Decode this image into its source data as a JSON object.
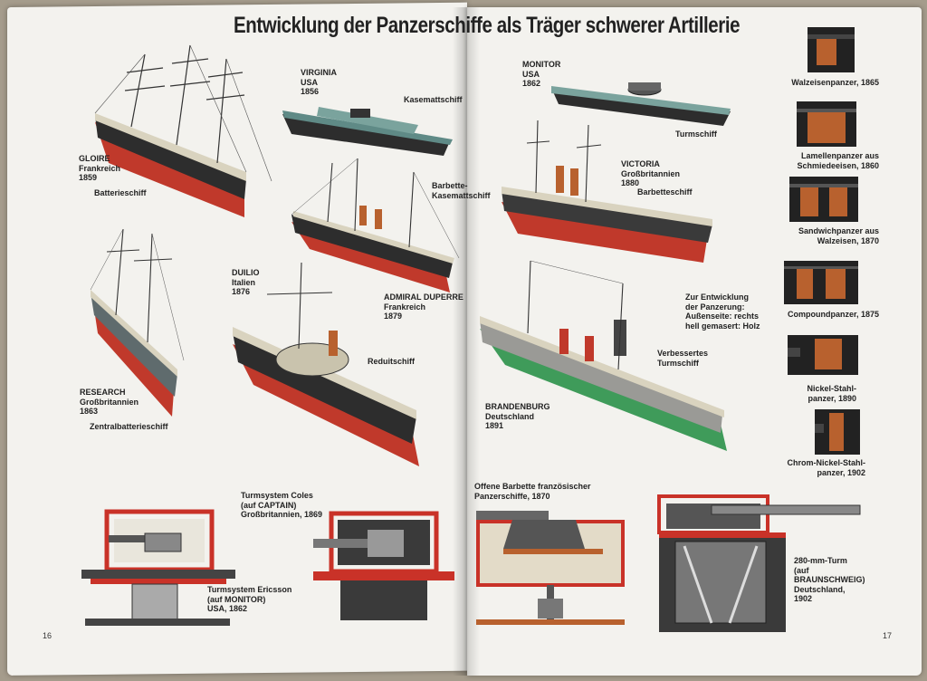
{
  "title": "Entwicklung der Panzerschiffe als Träger schwerer Artillerie",
  "page_numbers": {
    "left": "16",
    "right": "17"
  },
  "ships": {
    "gloire": {
      "name": "GLOIRE\nFrankreich\n1859",
      "type": "Batterieschiff"
    },
    "virginia": {
      "name": "VIRGINIA\nUSA\n1856",
      "type": "Kasemattschiff"
    },
    "barbette_kasematt": {
      "type": "Barbette-\nKasemattschiff"
    },
    "admiral_duperre": {
      "name": "ADMIRAL DUPERRE\nFrankreich\n1879"
    },
    "research": {
      "name": "RESEARCH\nGroßbritannien\n1863",
      "type": "Zentralbatterieschiff"
    },
    "duilio": {
      "name": "DUILIO\nItalien\n1876",
      "type": "Reduitschiff"
    },
    "monitor": {
      "name": "MONITOR\nUSA\n1862",
      "type": "Turmschiff"
    },
    "victoria": {
      "name": "VICTORIA\nGroßbritannien\n1880",
      "type": "Barbetteschiff"
    },
    "brandenburg": {
      "name": "BRANDENBURG\nDeutschland\n1891",
      "type": "Verbessertes\nTurmschiff"
    }
  },
  "armor_note": "Zur Entwicklung\nder Panzerung:\nAußenseite: rechts\nhell gemasert: Holz",
  "armor_types": [
    "Walzeisenpanzer, 1865",
    "Lamellenpanzer aus\nSchmiedeeisen, 1860",
    "Sandwichpanzer aus\nWalzeisen, 1870",
    "Compoundpanzer, 1875",
    "Nickel-Stahl-\npanzer, 1890",
    "Chrom-Nickel-Stahl-\npanzer, 1902"
  ],
  "turrets": {
    "coles": "Turmsystem Coles\n(auf CAPTAIN)\nGroßbritannien, 1869",
    "ericsson": "Turmsystem Ericsson\n(auf MONITOR)\nUSA, 1862",
    "barbette": "Offene Barbette französischer\nPanzerschiffe, 1870",
    "braunschweig": "280-mm-Turm\n(auf\nBRAUNSCHWEIG)\nDeutschland,\n1902"
  },
  "colors": {
    "paper": "#f3f2ee",
    "hull_red": "#c0392b",
    "hull_dark": "#2d2d2d",
    "hull_green": "#3f9b5a",
    "deck": "#d9d3bf",
    "wood": "#b8612e",
    "frame_red": "#c93228"
  }
}
